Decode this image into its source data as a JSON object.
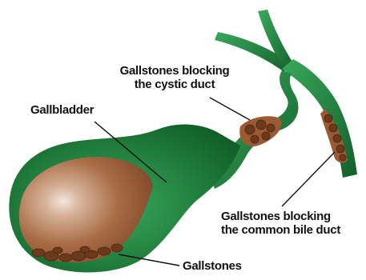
{
  "labels": {
    "cystic_line1": "Gallstones blocking",
    "cystic_line2": "the cystic duct",
    "gallbladder": "Gallbladder",
    "bile_line1": "Gallstones blocking",
    "bile_line2": "the common bile duct",
    "gallstones": "Gallstones"
  },
  "colors": {
    "organ_green": "#1f7a3a",
    "organ_dark_green": "#0f5a26",
    "organ_light_green": "#3aa95c",
    "bile_brown": "#9a5a34",
    "stone_brown": "#6b3a1c",
    "leader_line": "#111111"
  }
}
